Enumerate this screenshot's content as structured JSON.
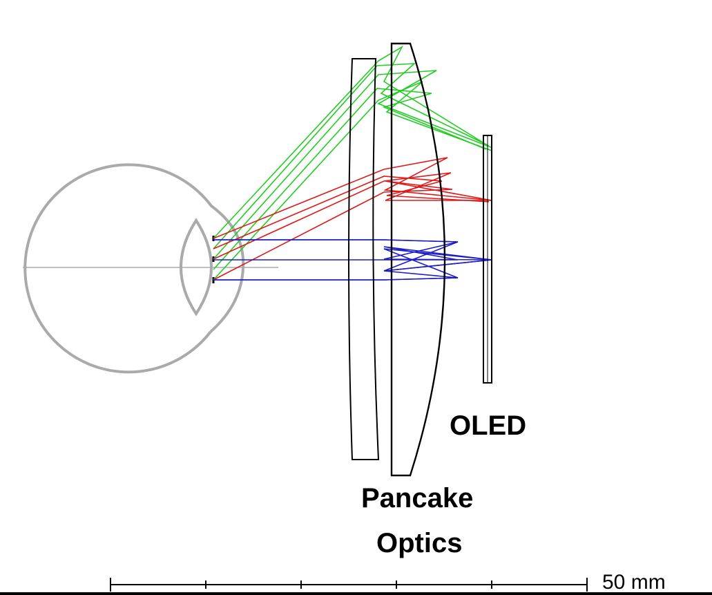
{
  "labels": {
    "oled": "OLED",
    "pancake_line1": "Pancake",
    "pancake_line2": "Optics"
  },
  "scale_bar": {
    "label": "50 mm"
  },
  "colors": {
    "green_rays": "#22cc22",
    "red_rays": "#e01818",
    "blue_rays": "#1c1cc8",
    "eye_outline": "#aaaaaa",
    "optics_outline": "#000000"
  }
}
